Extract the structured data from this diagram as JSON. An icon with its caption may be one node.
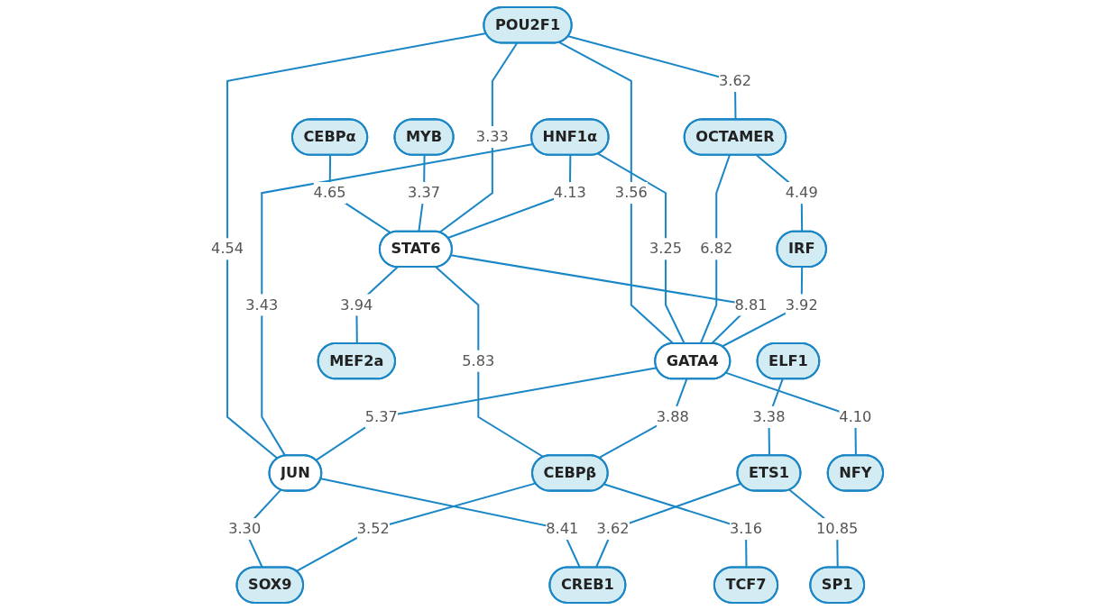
{
  "diagram": {
    "nodes": [
      {
        "text": [
          "CEBPα"
        ]
      },
      {
        "text": [
          "MYB"
        ]
      },
      {
        "text": [
          "POU2F1"
        ]
      },
      {
        "text": [
          "HNF1α"
        ]
      },
      {
        "text": [
          "ELF1"
        ]
      },
      {
        "text": [
          "OCTAMER"
        ]
      },
      {
        "text": [
          "STAT6"
        ]
      },
      {
        "text": [
          "IRF"
        ]
      },
      {
        "text": [
          "GATA4"
        ]
      },
      {
        "text": [
          "JUN"
        ]
      },
      {
        "text": [
          "ETS1"
        ]
      },
      {
        "text": [
          "CEBPβ"
        ]
      },
      {
        "text": [
          "SOX9"
        ]
      },
      {
        "text": [
          "TCF7"
        ]
      },
      {
        "text": [
          "MEF2a"
        ]
      },
      {
        "text": [
          "NFY"
        ]
      },
      {
        "text": [
          "CREB1"
        ]
      },
      {
        "text": [
          "SP1"
        ]
      }
    ],
    "edges": [
      {
        "from": 0,
        "to": 6,
        "arrow": "none",
        "label": "4.65"
      },
      {
        "from": 1,
        "to": 6,
        "arrow": "none",
        "label": "3.37"
      },
      {
        "from": 2,
        "to": 5,
        "arrow": "none",
        "label": "3.62"
      },
      {
        "from": 2,
        "to": 6,
        "arrow": "none",
        "label": "3.33"
      },
      {
        "from": 3,
        "to": 6,
        "arrow": "none",
        "label": "4.13"
      },
      {
        "from": 2,
        "to": 8,
        "arrow": "none",
        "label": "3.56"
      },
      {
        "from": 2,
        "to": 9,
        "arrow": "none",
        "label": "4.54"
      },
      {
        "from": 3,
        "to": 8,
        "arrow": "none",
        "label": "3.25"
      },
      {
        "from": 3,
        "to": 9,
        "arrow": "none",
        "label": "3.43"
      },
      {
        "from": 4,
        "to": 10,
        "arrow": "none",
        "label": "3.38"
      },
      {
        "from": 5,
        "to": 7,
        "arrow": "none",
        "label": "4.49"
      },
      {
        "from": 5,
        "to": 8,
        "arrow": "none",
        "label": "6.82"
      },
      {
        "from": 6,
        "to": 8,
        "arrow": "none",
        "label": "8.81"
      },
      {
        "from": 6,
        "to": 11,
        "arrow": "none",
        "label": "5.83"
      },
      {
        "from": 6,
        "to": 14,
        "arrow": "none",
        "label": "3.94"
      },
      {
        "from": 7,
        "to": 8,
        "arrow": "none",
        "label": "3.92"
      },
      {
        "from": 8,
        "to": 9,
        "arrow": "none",
        "label": "5.37"
      },
      {
        "from": 8,
        "to": 11,
        "arrow": "none",
        "label": "3.88"
      },
      {
        "from": 8,
        "to": 15,
        "arrow": "none",
        "label": "4.10"
      },
      {
        "from": 9,
        "to": 12,
        "arrow": "none",
        "label": "3.30"
      },
      {
        "from": 9,
        "to": 16,
        "arrow": "none",
        "label": "8.41"
      },
      {
        "from": 10,
        "to": 16,
        "arrow": "none",
        "label": "3.62"
      },
      {
        "from": 10,
        "to": 17,
        "arrow": "none",
        "label": "10.85"
      },
      {
        "from": 11,
        "to": 12,
        "arrow": "none",
        "label": "3.52"
      },
      {
        "from": 11,
        "to": 13,
        "arrow": "none",
        "label": "3.16"
      }
    ]
  }
}
